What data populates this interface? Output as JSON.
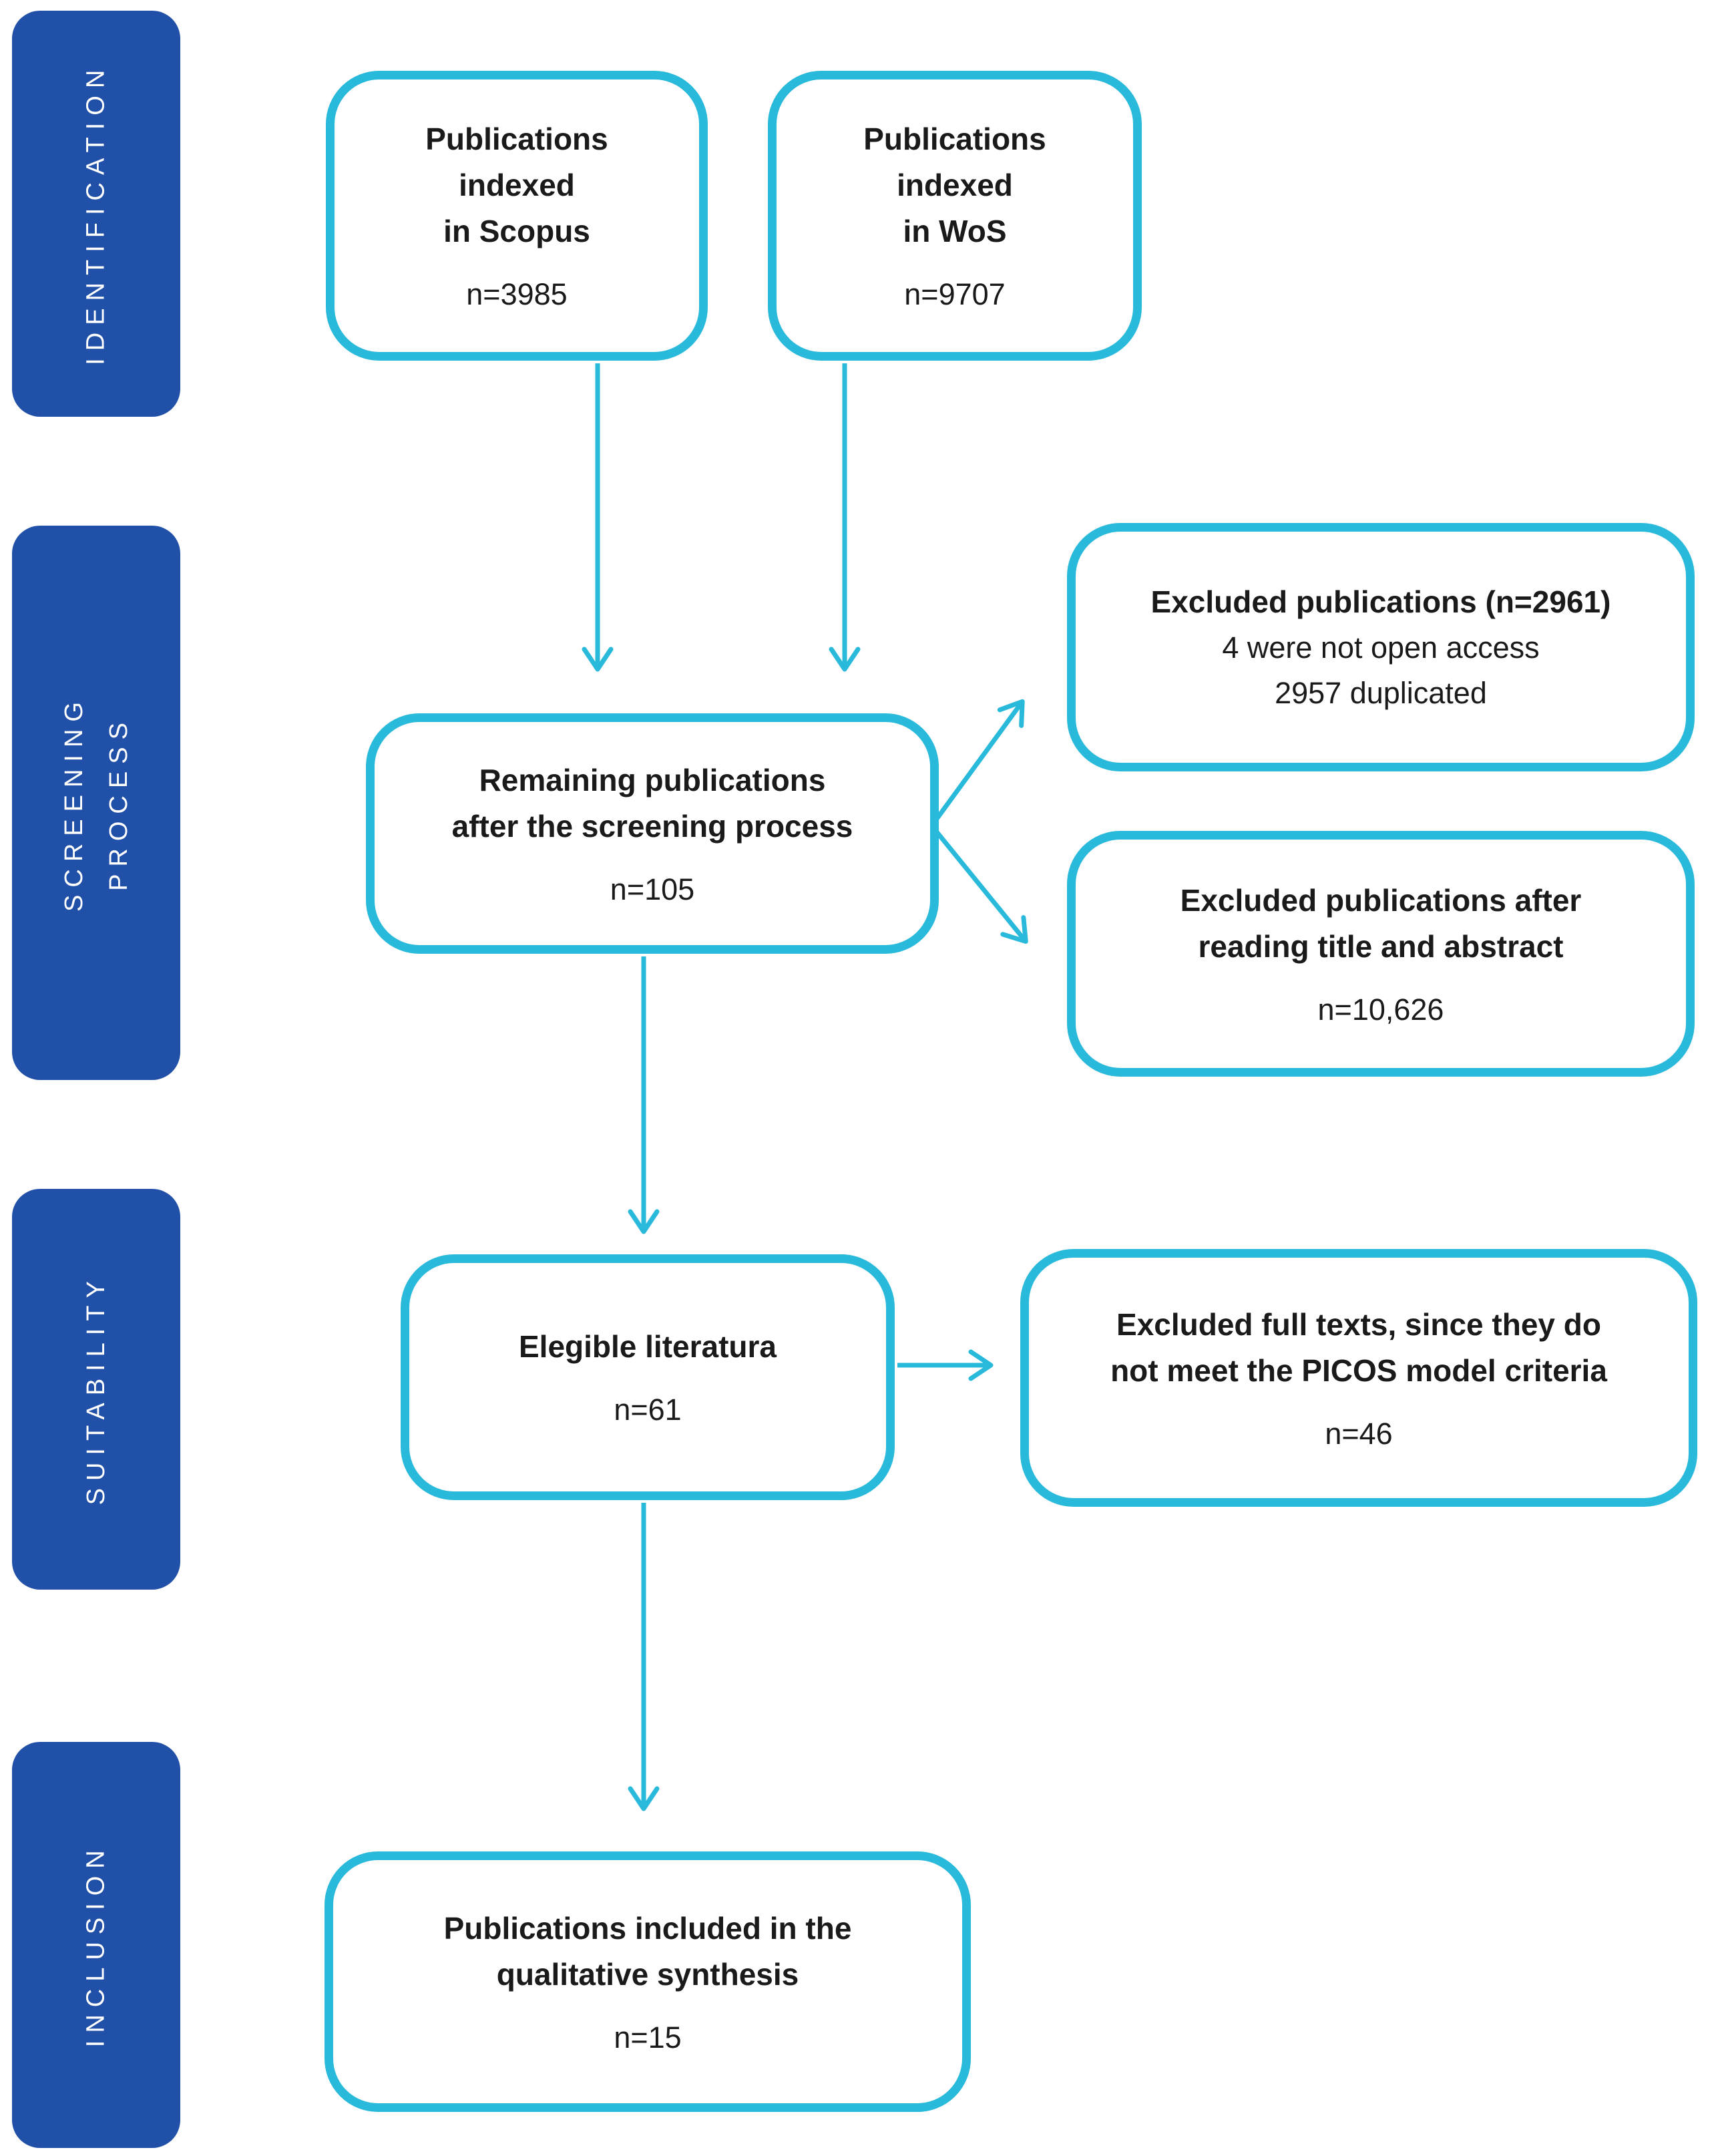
{
  "colors": {
    "accent_cyan": "#29B9DA",
    "sidebar_blue": "#2150A8",
    "text": "#1A1A1A",
    "background": "#FFFFFF"
  },
  "sidebar": {
    "stages": [
      {
        "label": "IDENTIFICATION"
      },
      {
        "label": "SCREENING\nPROCESS"
      },
      {
        "label": "SUITABILITY"
      },
      {
        "label": "INCLUSION"
      }
    ]
  },
  "boxes": {
    "scopus": {
      "title": "Publications\nindexed\nin Scopus",
      "n": "n=3985"
    },
    "wos": {
      "title": "Publications\nindexed\nin WoS",
      "n": "n=9707"
    },
    "excluded_screening": {
      "title": "Excluded publications (n=2961)",
      "lines": "4 were not open access\n2957 duplicated"
    },
    "remaining": {
      "title": "Remaining publications\nafter the screening process",
      "n": "n=105"
    },
    "excluded_title_abstract": {
      "title": "Excluded publications after\nreading title and abstract",
      "n": "n=10,626"
    },
    "eligible": {
      "title": "Elegible literatura",
      "n": "n=61"
    },
    "excluded_picos": {
      "title": "Excluded full texts, since they do\nnot meet the PICOS model criteria",
      "n": "n=46"
    },
    "included": {
      "title": "Publications included in the\nqualitative synthesis",
      "n": "n=15"
    }
  }
}
